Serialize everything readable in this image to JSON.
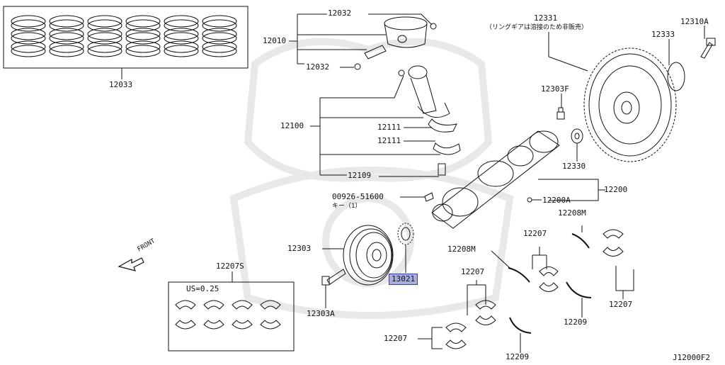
{
  "labels": {
    "l12033": "12033",
    "l12032a": "12032",
    "l12010": "12010",
    "l12032b": "12032",
    "l12100": "12100",
    "l12111a": "12111",
    "l12111b": "12111",
    "l12109": "12109",
    "l00926": "00926-51600",
    "lkey": "キー（1）",
    "l12303": "12303",
    "l13021": "13021",
    "l12303A": "12303A",
    "l12207S": "12207S",
    "lUS": "US=0.25",
    "lfront": "FRONT",
    "l12331": "12331",
    "l12331note": "（リングギアは溶接のため非販売）",
    "l12310A": "12310A",
    "l12333": "12333",
    "l12303F": "12303F",
    "l12330": "12330",
    "l12200": "12200",
    "l12200A": "12200A",
    "l12208Ma": "12208M",
    "l12208Mb": "12208M",
    "l12207a": "12207",
    "l12207b": "12207",
    "l12207c": "12207",
    "l12207d": "12207",
    "l12209a": "12209",
    "l12209b": "12209",
    "ldiagram": "J12000F2"
  },
  "colors": {
    "line": "#111111",
    "highlight_fill": "#a9acdf",
    "highlight_border": "#3a3f9a",
    "watermark": "#e6e6e6"
  }
}
